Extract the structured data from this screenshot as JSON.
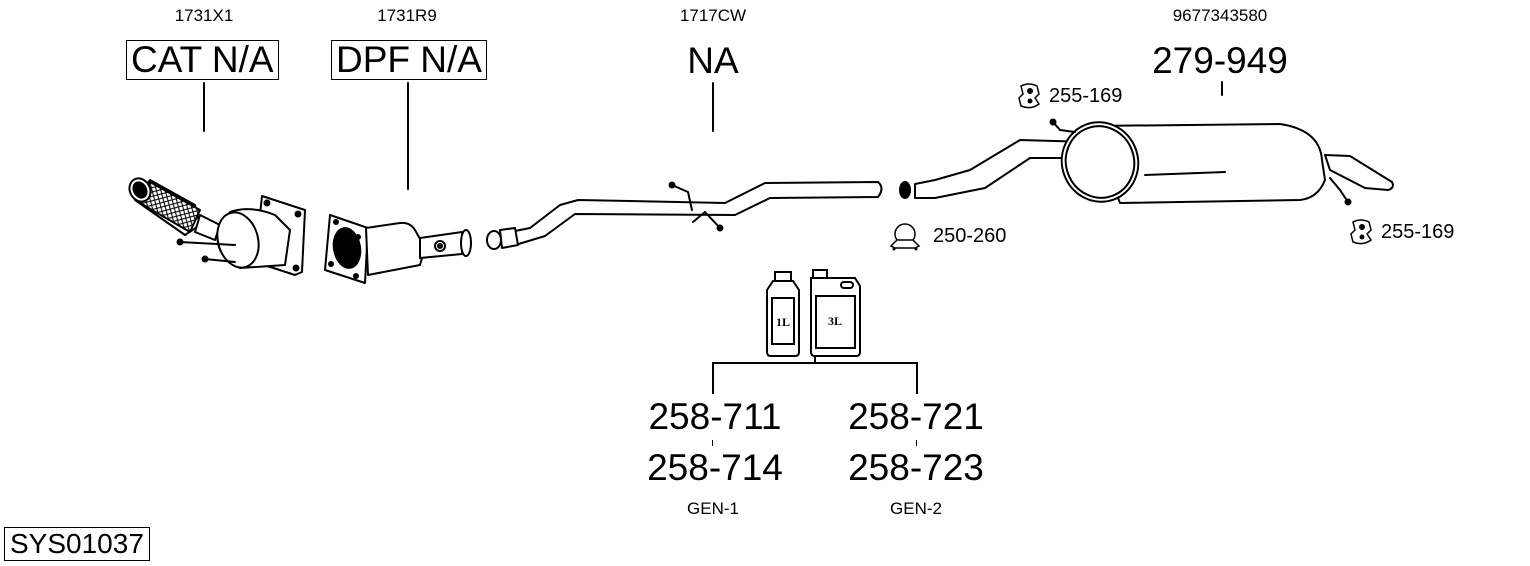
{
  "diagram": {
    "system_id": "SYS01037",
    "colors": {
      "ink": "#000000",
      "background": "#ffffff"
    },
    "components": [
      {
        "oe_ref": "1731X1",
        "part_label": "CAT N/A",
        "boxed": true,
        "icon": "catalytic-converter-icon"
      },
      {
        "oe_ref": "1731R9",
        "part_label": "DPF N/A",
        "boxed": true,
        "icon": "particulate-filter-icon"
      },
      {
        "oe_ref": "1717CW",
        "part_label": "NA",
        "boxed": false,
        "icon": "middle-pipe-icon"
      },
      {
        "oe_ref": "9677343580",
        "part_label": "279-949",
        "boxed": false,
        "icon": "rear-silencer-icon"
      }
    ],
    "fittings": [
      {
        "icon": "rubber-hanger-icon",
        "label": "255-169"
      },
      {
        "icon": "pipe-clamp-icon",
        "label": "250-260"
      },
      {
        "icon": "rubber-hanger-icon",
        "label": "255-169"
      }
    ],
    "fluids": {
      "containers": [
        {
          "icon": "bottle-icon",
          "label": "1L"
        },
        {
          "icon": "canister-icon",
          "label": "3L"
        }
      ],
      "groups": [
        {
          "codes": [
            "258-711",
            "258-714"
          ],
          "name": "GEN-1"
        },
        {
          "codes": [
            "258-721",
            "258-723"
          ],
          "name": "GEN-2"
        }
      ]
    }
  }
}
